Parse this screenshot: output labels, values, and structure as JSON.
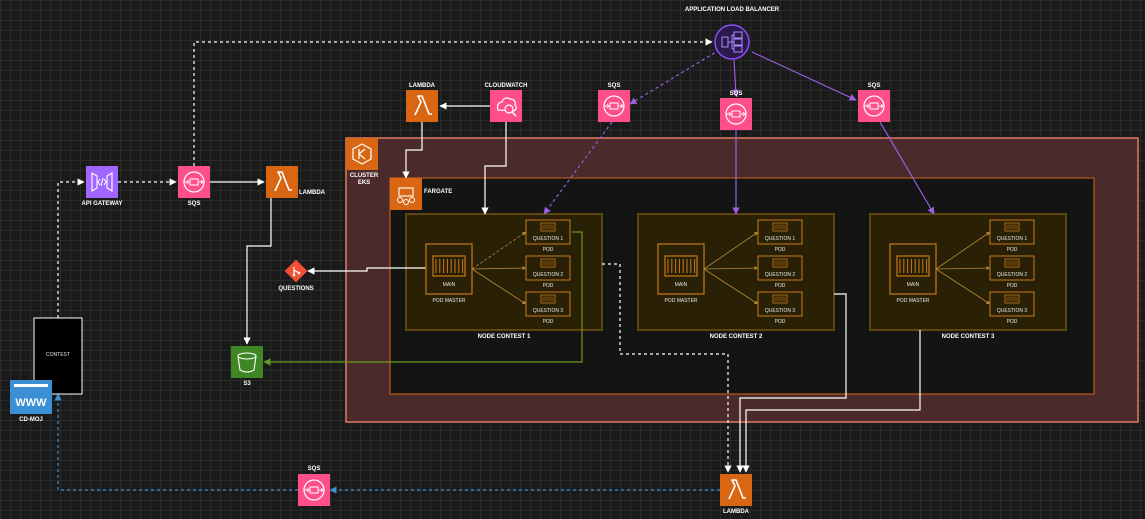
{
  "labels": {
    "alb": "APPLICATION LOAD BALANCER",
    "lambda_top": "LAMBDA",
    "cloudwatch": "CLOUDWATCH",
    "sqs_top1": "SQS",
    "sqs_top2": "SQS",
    "sqs_top3": "SQS",
    "cluster_eks": "CLUSTER",
    "cluster_eks2": "EKS",
    "fargate": "FARGATE",
    "api_gateway": "API GATEWAY",
    "sqs_mid": "SQS",
    "lambda_mid": "LAMBDA",
    "questions": "QUESTIONS",
    "s3": "S3",
    "contest": "CONTEST",
    "www": "WWW",
    "cdmoj": "CD-MOJ",
    "sqs_bottom": "SQS",
    "lambda_bottom": "LAMBDA"
  },
  "nodes": [
    {
      "title": "NODE CONTEST 1",
      "main": "MAIN",
      "pod_master": "POD MASTER",
      "questions": [
        {
          "name": "QUESTION 1",
          "pod": "POD"
        },
        {
          "name": "QUESTION 2",
          "pod": "POD"
        },
        {
          "name": "QUESTION 3",
          "pod": "POD"
        }
      ]
    },
    {
      "title": "NODE CONTEST 2",
      "main": "MAIN",
      "pod_master": "POD MASTER",
      "questions": [
        {
          "name": "QUESTION 1",
          "pod": "POD"
        },
        {
          "name": "QUESTION 2",
          "pod": "POD"
        },
        {
          "name": "QUESTION 3",
          "pod": "POD"
        }
      ]
    },
    {
      "title": "NODE CONTEST 3",
      "main": "MAIN",
      "pod_master": "POD MASTER",
      "questions": [
        {
          "name": "QUESTION 1",
          "pod": "POD"
        },
        {
          "name": "QUESTION 2",
          "pod": "POD"
        },
        {
          "name": "QUESTION 3",
          "pod": "POD"
        }
      ]
    }
  ],
  "icons": {
    "alb": "load-balancer-icon",
    "lambda": "lambda-icon",
    "cloudwatch": "cloudwatch-icon",
    "sqs": "sqs-icon",
    "eks": "eks-icon",
    "fargate": "fargate-icon",
    "api_gateway": "api-gateway-icon",
    "git": "git-icon",
    "s3": "s3-bucket-icon",
    "website": "website-icon"
  },
  "colors": {
    "background": "#1a1a1a",
    "lambda": "#d86613",
    "sqs": "#ff4f8b",
    "cloudwatch": "#ff4f8b",
    "api_gateway": "#a166ff",
    "s3": "#3f8624",
    "alb": "#8c4fff",
    "cluster_fill": "#4a2a2a",
    "cluster_border": "#e07a5f",
    "fargate_border": "#d86613",
    "node_fill": "#2a2005",
    "node_border": "#a07010",
    "pod_border": "#c87a1a",
    "git": "#f05133",
    "website": "#3b8fd4"
  }
}
